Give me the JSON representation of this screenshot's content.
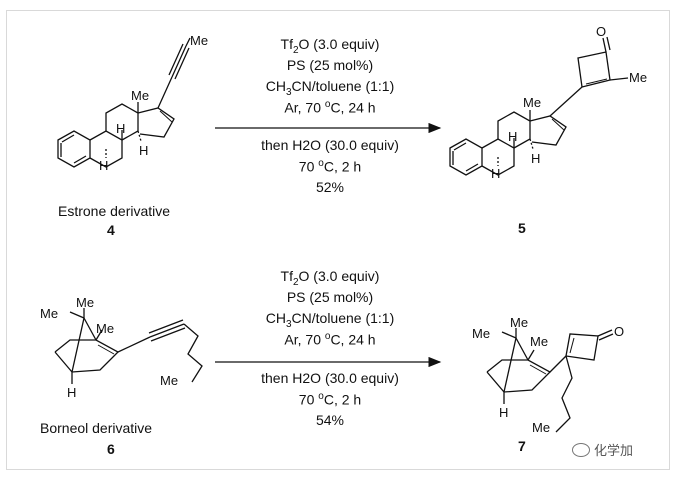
{
  "reaction1": {
    "conditions_above": [
      "Tf2O (3.0 equiv)",
      "PS (25 mol%)",
      "CH3CN/toluene (1:1)",
      "Ar, 70 °C, 24 h"
    ],
    "conditions_below": [
      "then H2O (30.0 equiv)",
      "70 °C, 2 h",
      "52%"
    ],
    "reactant_label": "Estrone derivative",
    "reactant_number": "4",
    "product_number": "5"
  },
  "reaction2": {
    "conditions_above": [
      "Tf2O (3.0 equiv)",
      "PS (25 mol%)",
      "CH3CN/toluene (1:1)",
      "Ar, 70 °C, 24 h"
    ],
    "conditions_below": [
      "then H2O (30.0 equiv)",
      "70 °C, 2 h",
      "54%"
    ],
    "reactant_label": "Borneol derivative",
    "reactant_number": "6",
    "product_number": "7"
  },
  "atom_labels": {
    "me": "Me",
    "h": "H",
    "o": "O"
  },
  "watermark": "化学加",
  "icons": [
    "right-arrow-icon",
    "wechat-bubble-icon"
  ]
}
